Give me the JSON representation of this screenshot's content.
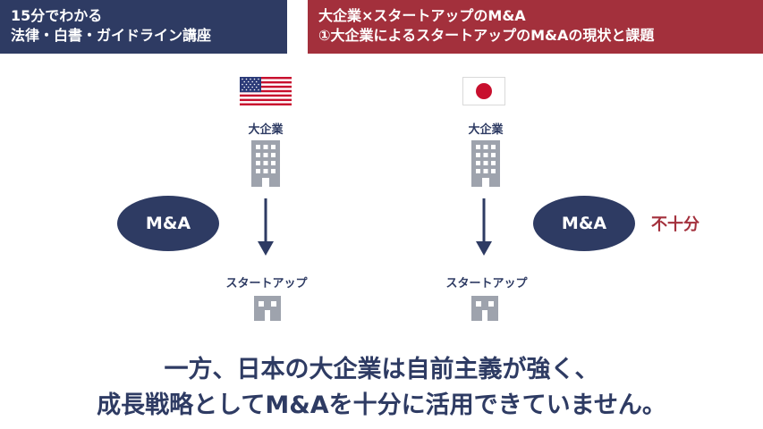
{
  "header": {
    "left_line1": "15分でわかる",
    "left_line2": "法律・白書・ガイドライン講座",
    "right_line1": "大企業×スタートアップのM&A",
    "right_line2": "①大企業によるスタートアップのM&Aの現状と課題"
  },
  "us_side": {
    "flag_icon": "us-flag-icon",
    "corporate_label": "大企業",
    "startup_label": "スタートアップ",
    "ma_label": "M&A"
  },
  "jp_side": {
    "flag_icon": "jp-flag-icon",
    "corporate_label": "大企業",
    "startup_label": "スタートアップ",
    "ma_label": "M&A",
    "status_label": "不十分"
  },
  "message": {
    "line1": "一方、日本の大企業は自前主義が強く、",
    "line2": "成長戦略としてM&Aを十分に活用できていません。"
  },
  "colors": {
    "navy": "#2e3b63",
    "red": "#a3303c",
    "gray": "#9ea3ad"
  }
}
